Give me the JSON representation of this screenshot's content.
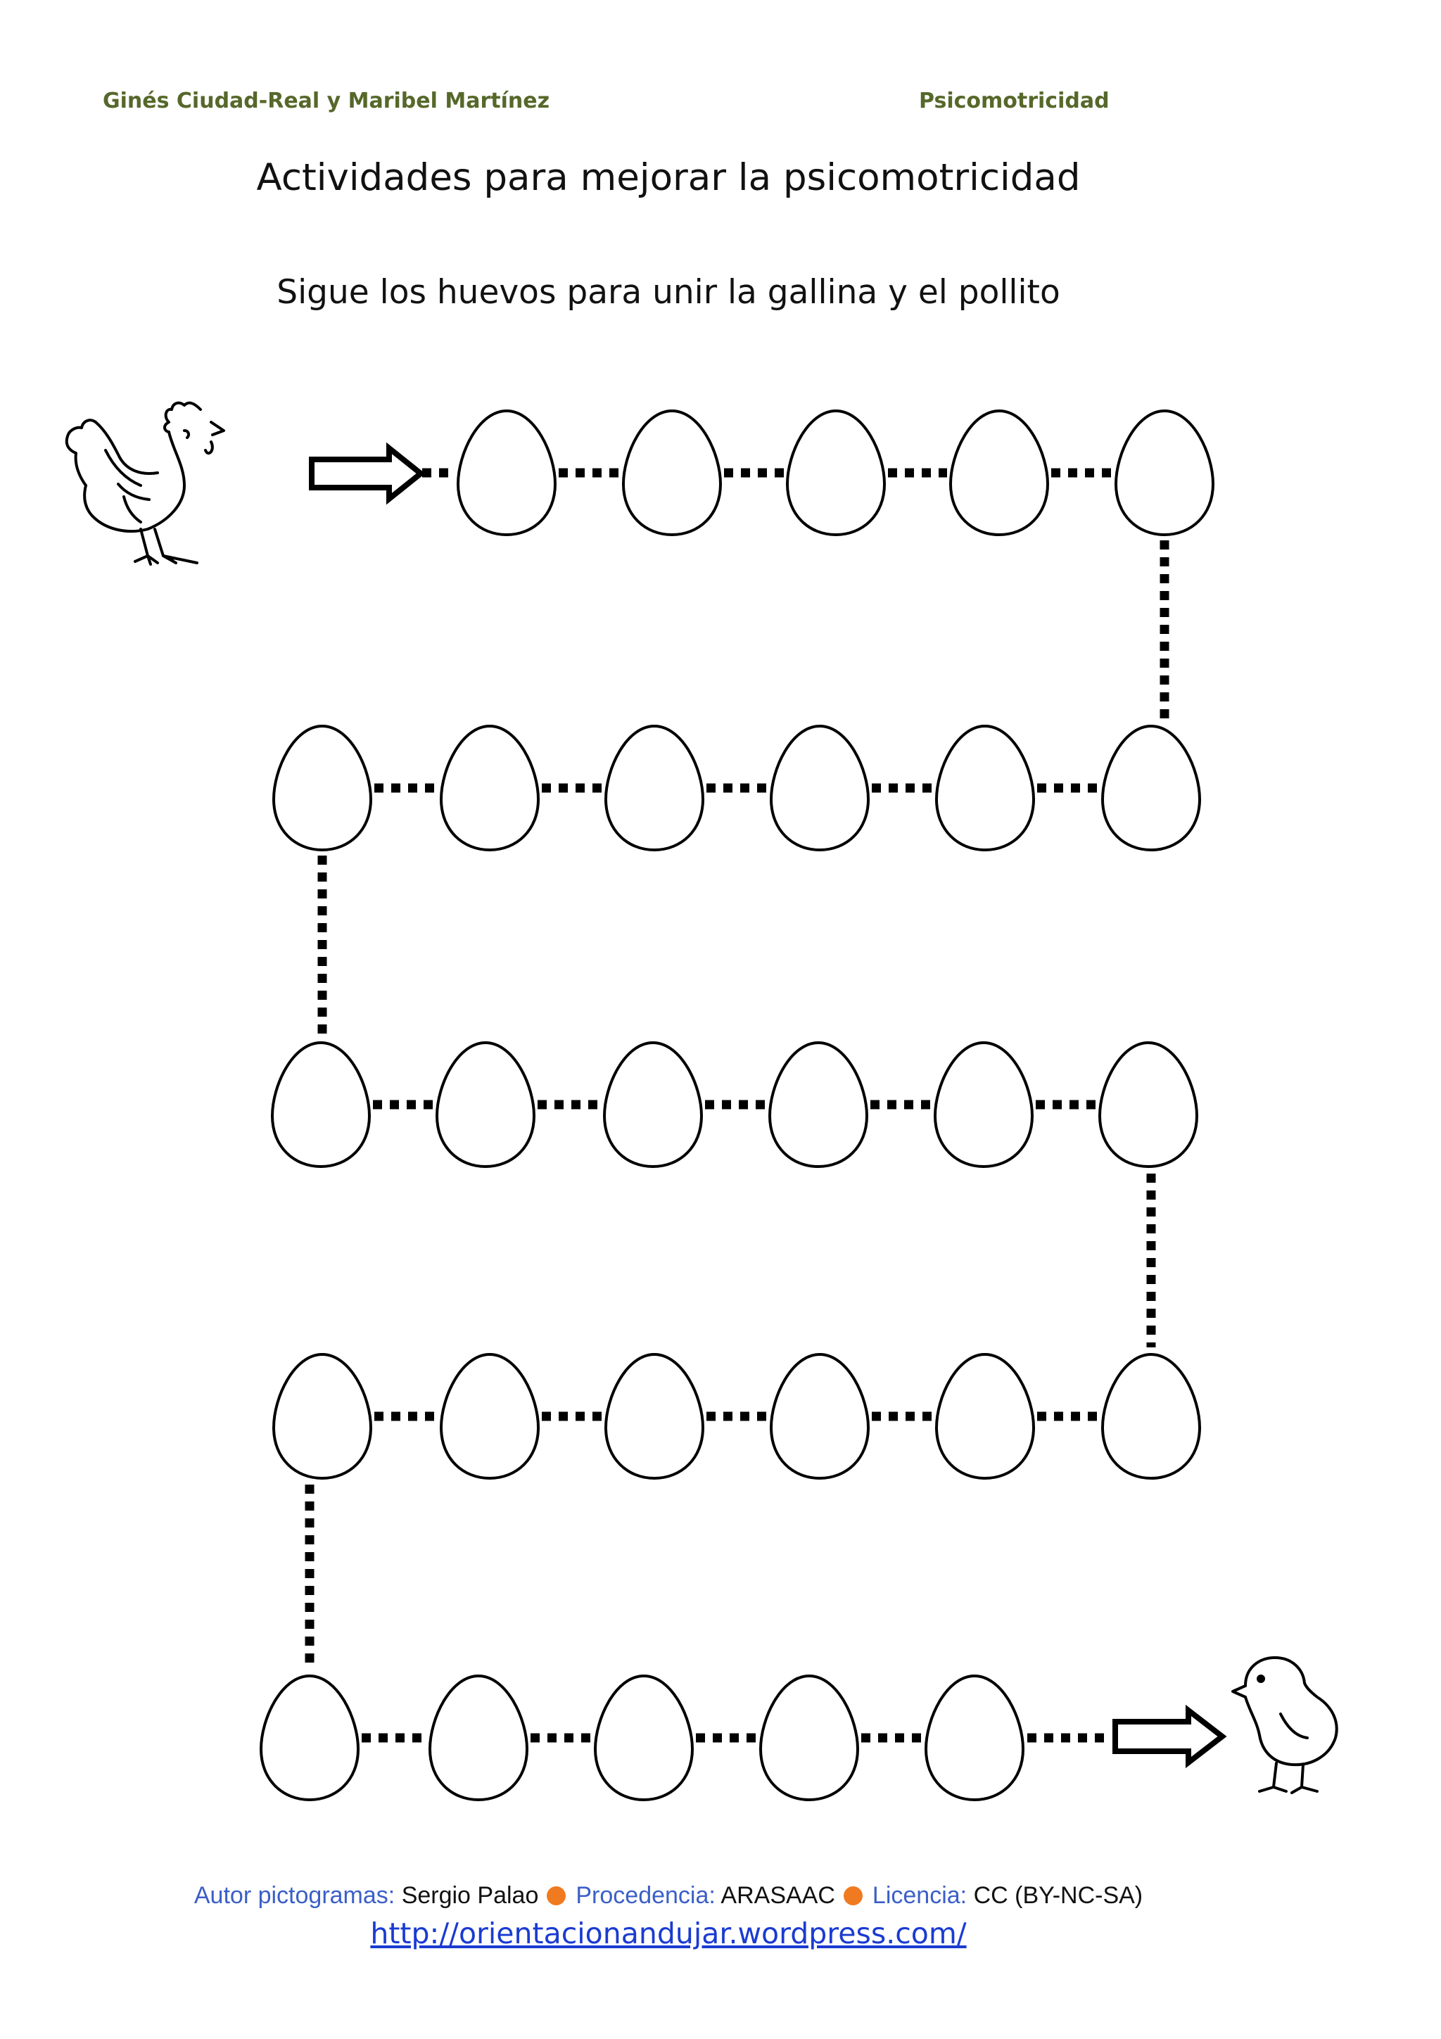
{
  "header": {
    "authors": "Ginés Ciudad-Real y Maribel  Martínez",
    "category": "Psicomotricidad"
  },
  "title": "Actividades para mejorar la psicomotricidad",
  "instruction": "Sigue los huevos para unir la gallina y el pollito",
  "worksheet": {
    "start_picture": "hen-icon",
    "end_picture": "chick-icon",
    "rows": [
      {
        "eggs": 5,
        "direction": "left-to-right"
      },
      {
        "eggs": 6,
        "direction": "right-to-left"
      },
      {
        "eggs": 6,
        "direction": "left-to-right"
      },
      {
        "eggs": 6,
        "direction": "right-to-left"
      },
      {
        "eggs": 5,
        "direction": "left-to-right"
      }
    ],
    "line_color": "#000000"
  },
  "footer": {
    "credits": [
      {
        "label": "Autor pictogramas:",
        "value": "Sergio Palao"
      },
      {
        "label": "Procedencia:",
        "value": "ARASAAC"
      },
      {
        "label": "Licencia:",
        "value": "CC (BY-NC-SA)"
      }
    ],
    "url": "http://orientacionandujar.wordpress.com/",
    "label_color": "#3b5fc7",
    "bullet_color": "#f07a1f"
  }
}
